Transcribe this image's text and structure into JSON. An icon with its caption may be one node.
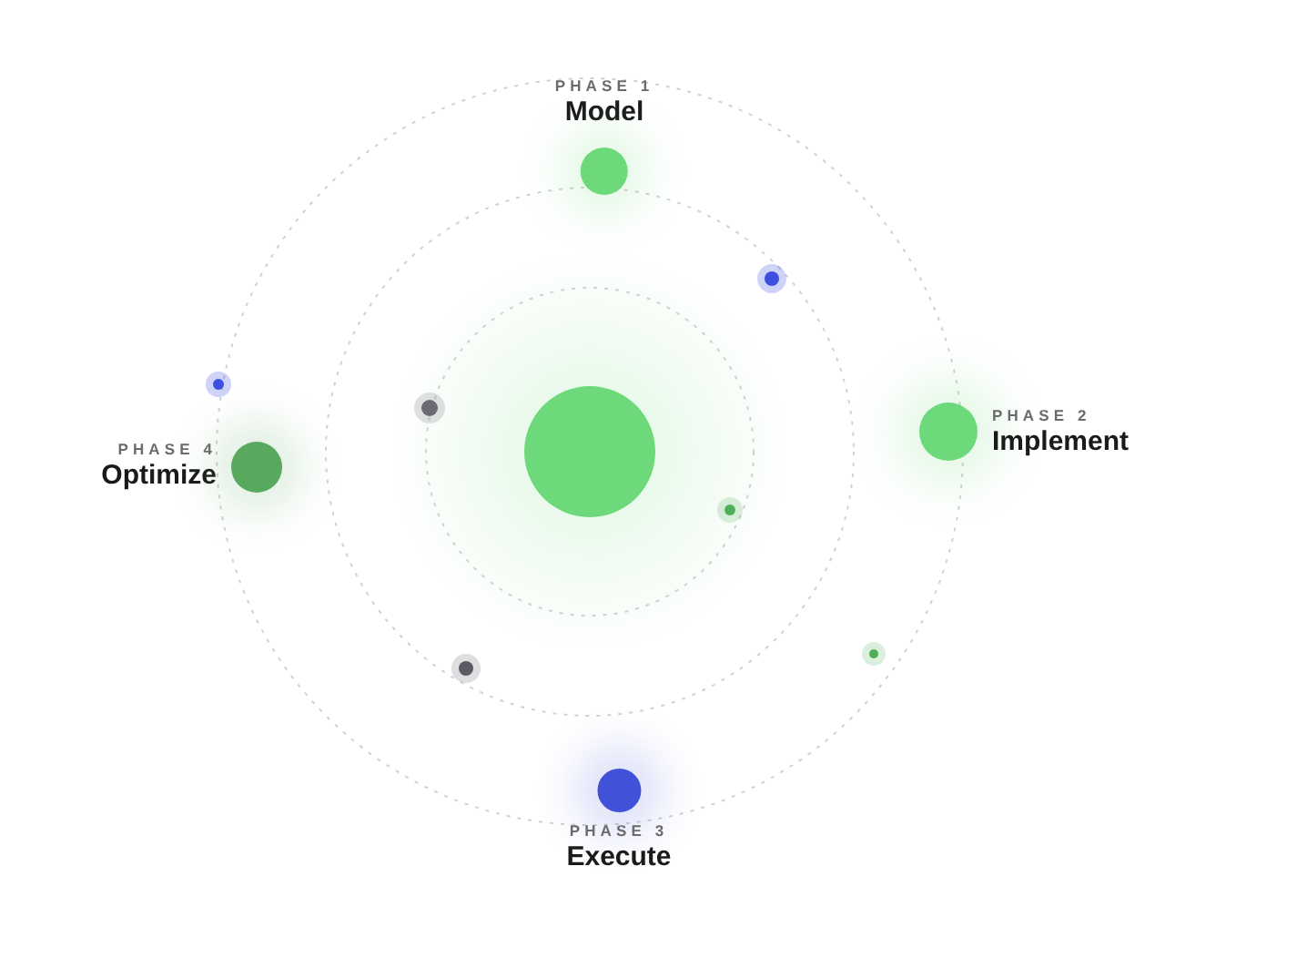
{
  "diagram": {
    "nodes": [
      {
        "text": [],
        "shape": "circle"
      },
      {
        "text": [
          "PHASE 1",
          "Model"
        ]
      },
      {
        "text": [
          "PHASE 2",
          "Implement"
        ]
      },
      {
        "text": [
          "PHASE 3",
          "Execute"
        ]
      },
      {
        "text": [
          "PHASE 4",
          "Optimize"
        ]
      }
    ]
  }
}
